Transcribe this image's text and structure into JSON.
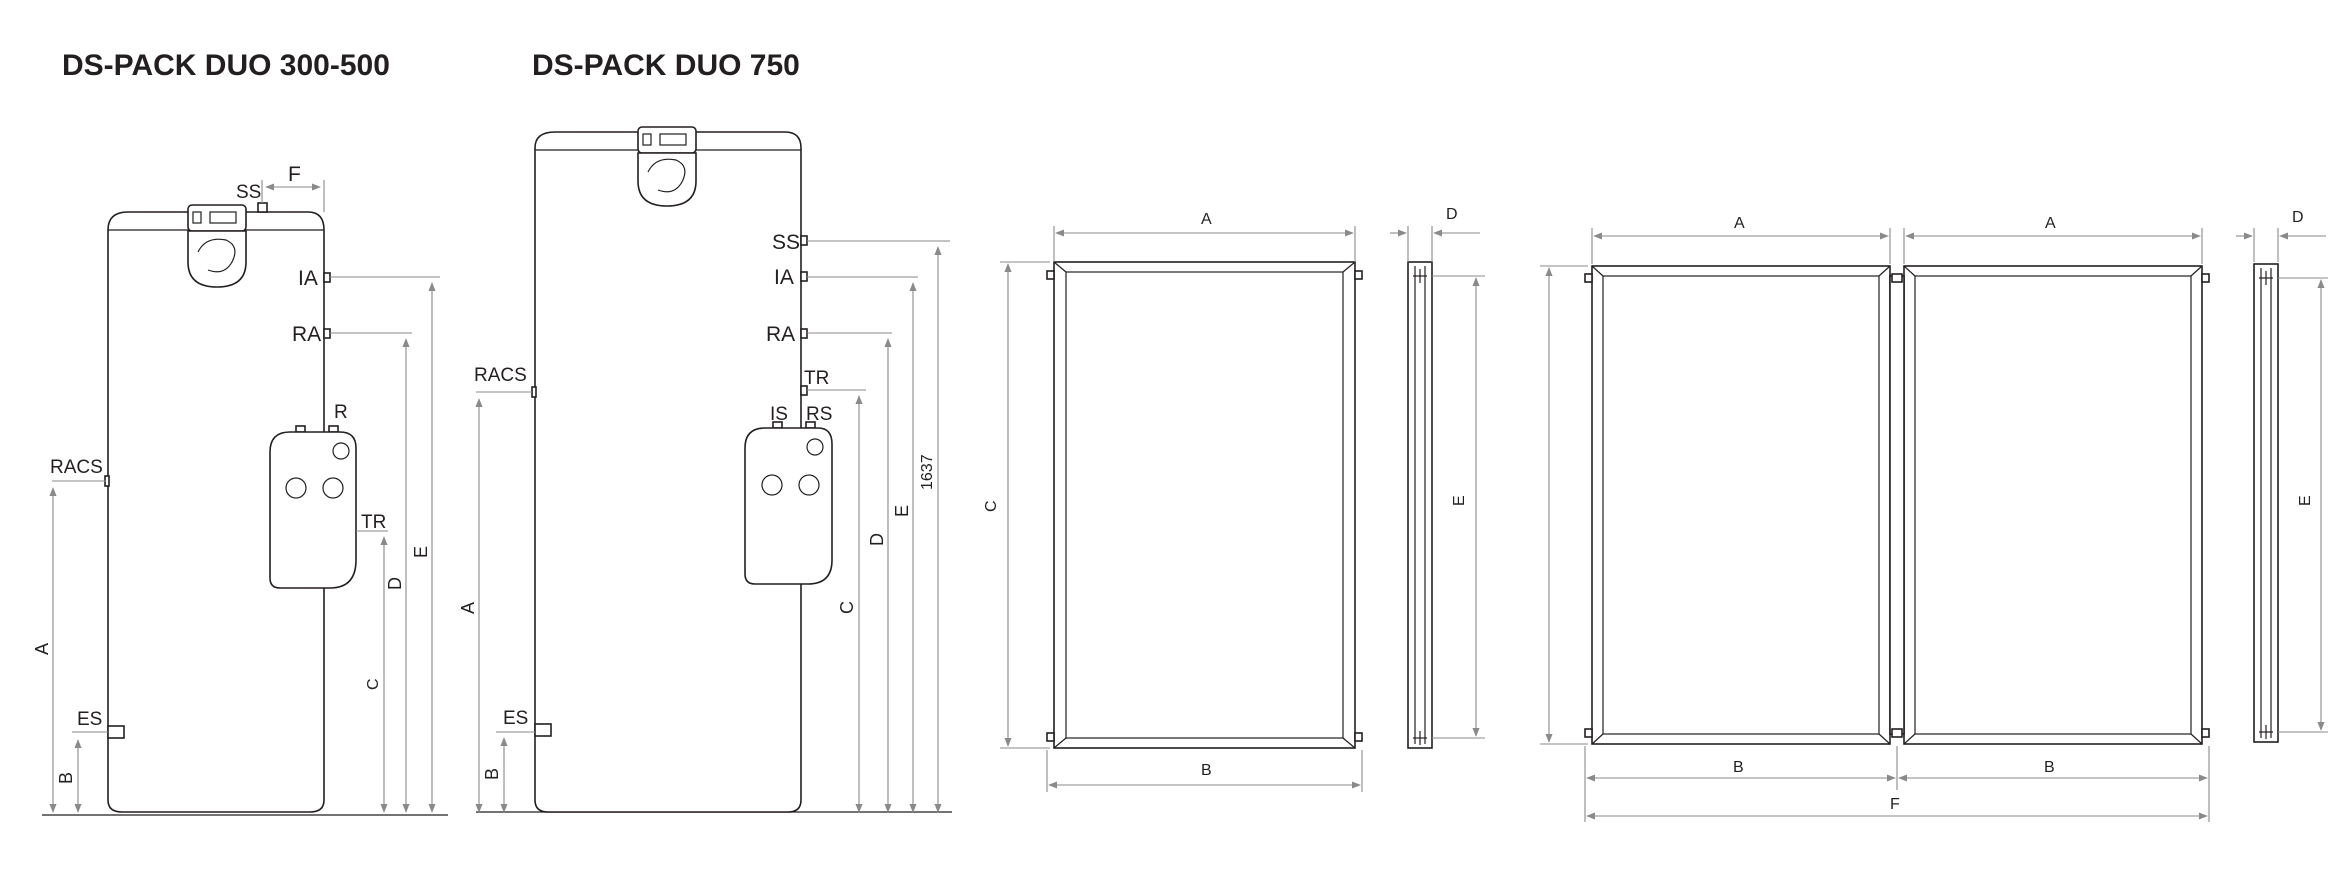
{
  "titles": {
    "duo_300_500": "DS-PACK DUO 300-500",
    "duo_750": "DS-PACK DUO 750"
  },
  "tank_small": {
    "connections": {
      "ss": "SS",
      "f": "F",
      "ia": "IA",
      "ra": "RA",
      "r": "R",
      "racs": "RACS",
      "tr": "TR",
      "es": "ES"
    },
    "dimensions": {
      "a": "A",
      "b": "B",
      "c": "C",
      "d": "D",
      "e": "E"
    }
  },
  "tank_large": {
    "connections": {
      "ss": "SS",
      "ia": "IA",
      "ra": "RA",
      "racs": "RACS",
      "tr": "TR",
      "is": "IS",
      "rs": "RS",
      "es": "ES"
    },
    "dimensions": {
      "a": "A",
      "b": "B",
      "c": "C",
      "d": "D",
      "e": "E",
      "height": "1637"
    }
  },
  "panel_single": {
    "dimensions": {
      "a": "A",
      "b": "B",
      "c": "C",
      "d": "D",
      "e": "E"
    }
  },
  "panel_double": {
    "dimensions": {
      "a1": "A",
      "a2": "A",
      "b1": "B",
      "b2": "B",
      "d": "D",
      "e": "E",
      "f": "F"
    }
  }
}
